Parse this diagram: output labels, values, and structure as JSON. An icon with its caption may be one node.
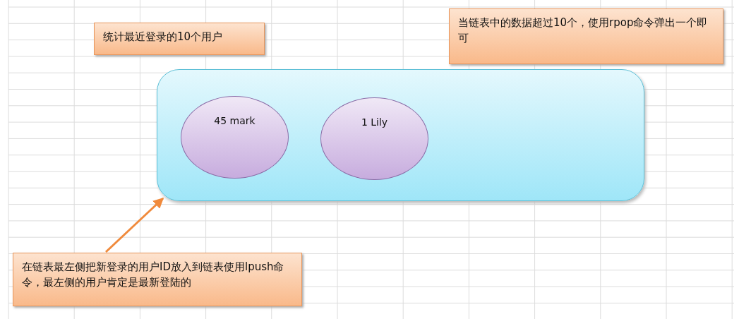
{
  "diagram": {
    "nodes": [
      {
        "text": [
          "统计最近登录的10个用户"
        ]
      },
      {
        "text": [
          "当链表中的数据超过10个，使用rpop命令弹出一个即可"
        ]
      },
      {
        "text": [],
        "shape": "box"
      },
      {
        "text": [
          "45 mark"
        ],
        "in": 2
      },
      {
        "text": [
          "1 Lily"
        ],
        "in": 2
      },
      {
        "text": [
          "在链表最左侧把新登录的用户ID放入到链表使用lpush命令，最左侧的用户肯定是最新登陆的"
        ]
      }
    ],
    "edges": [
      {
        "from": 5,
        "to": 2,
        "arrow": "to"
      }
    ]
  }
}
